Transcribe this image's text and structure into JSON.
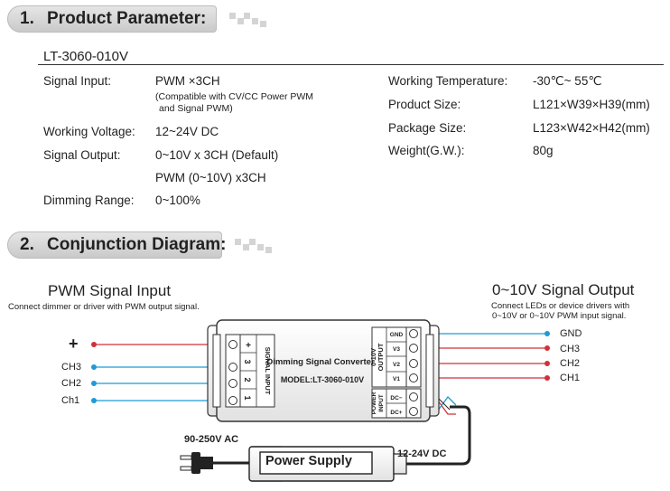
{
  "section1": {
    "number": "1.",
    "title": "Product Parameter:"
  },
  "model": "LT-3060-010V",
  "params_left": [
    {
      "label": "Signal Input:",
      "value": "PWM ×3CH"
    },
    {
      "label": "",
      "value": "(Compatible with CV/CC Power PWM"
    },
    {
      "label": "",
      "value": "and Signal PWM)"
    },
    {
      "label": "Working Voltage:",
      "value": "12~24V DC"
    },
    {
      "label": "Signal Output:",
      "value": "0~10V x 3CH (Default)"
    },
    {
      "label": "",
      "value": "PWM (0~10V) x3CH"
    },
    {
      "label": "Dimming Range:",
      "value": "0~100%"
    }
  ],
  "params_right": [
    {
      "label": "Working Temperature:",
      "value": "-30℃~ 55℃"
    },
    {
      "label": "Product Size:",
      "value": "L121×W39×H39(mm)"
    },
    {
      "label": "Package Size:",
      "value": "L123×W42×H42(mm)"
    },
    {
      "label": "Weight(G.W.):",
      "value": "80g"
    }
  ],
  "section2": {
    "number": "2.",
    "title": "Conjunction Diagram:"
  },
  "diagram": {
    "input_title": "PWM  Signal  Input",
    "input_sub": "Connect dimmer or driver with PWM output signal.",
    "output_title": "0~10V  Signal  Output",
    "output_sub1": "Connect LEDs or device drivers with",
    "output_sub2": "0~10V or 0~10V PWM input signal.",
    "in_plus": "+",
    "in_ch3": "CH3",
    "in_ch2": "CH2",
    "in_ch1": "Ch1",
    "out_gnd": "GND",
    "out_ch3": "CH3",
    "out_ch2": "CH2",
    "out_ch1": "CH1",
    "device_name": "Dimming Signal Converter",
    "device_model": "MODEL:LT-3060-010V",
    "signal_input_label": "SIGNAL  INPUT",
    "signal_pins": [
      "+",
      "3",
      "2",
      "1"
    ],
    "output_label_1": "0-10V",
    "output_label_2": "OUTPUT",
    "output_pins": [
      "GND",
      "V3",
      "V2",
      "V1"
    ],
    "power_label_1": "POWER",
    "power_label_2": "INPUT",
    "power_pins": [
      "DC−",
      "DC+"
    ],
    "ac_label": "90-250V AC",
    "power_supply_label": "Power Supply",
    "dc_label": "12-24V DC"
  },
  "colors": {
    "red": "#d0303a",
    "blue": "#1e9ad6",
    "dark": "#222222"
  }
}
